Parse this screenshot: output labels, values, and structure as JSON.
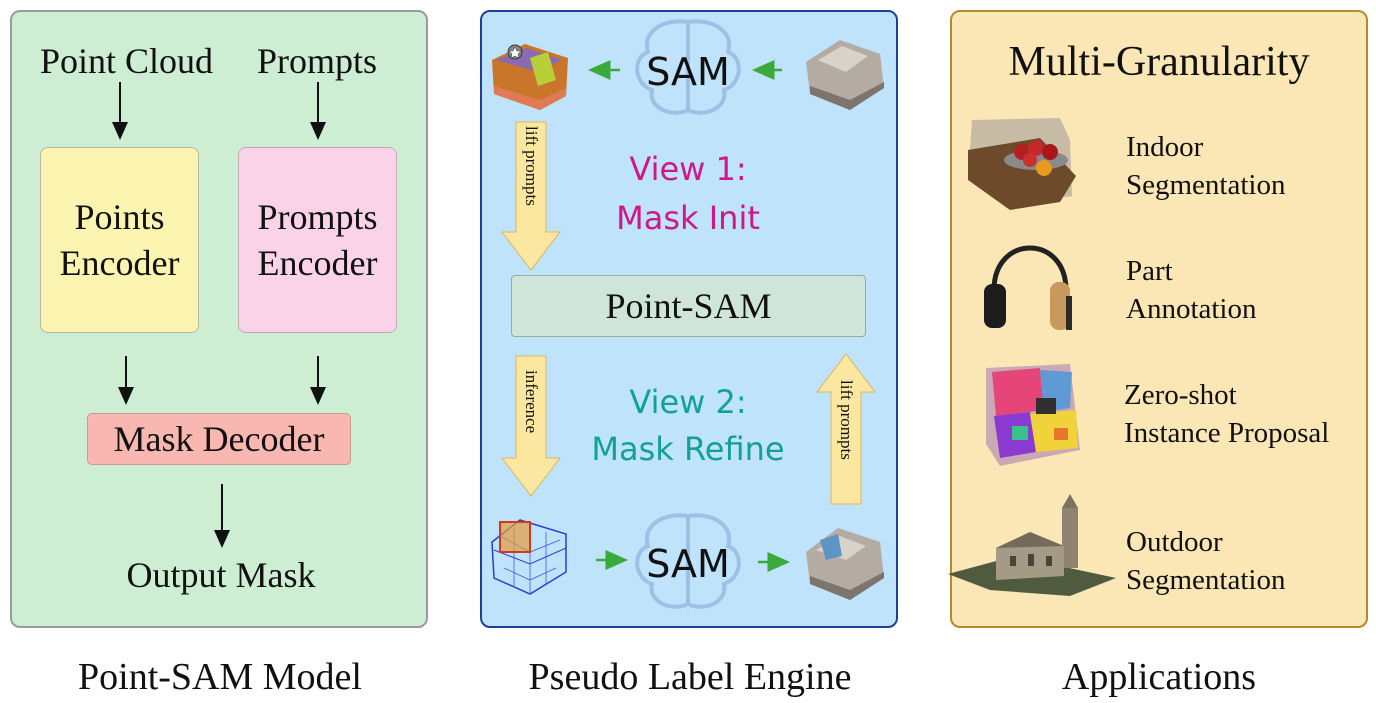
{
  "left_panel": {
    "input_point_cloud": "Point Cloud",
    "input_prompts": "Prompts",
    "points_encoder": "Points\nEncoder",
    "prompts_encoder": "Prompts\nEncoder",
    "mask_decoder": "Mask Decoder",
    "output_mask": "Output Mask",
    "caption": "Point-SAM Model"
  },
  "middle_panel": {
    "sam_top": "SAM",
    "sam_bottom": "SAM",
    "view1_line1": "View 1:",
    "view1_line2": "Mask Init",
    "view2_line1": "View 2:",
    "view2_line2": "Mask Refine",
    "point_sam": "Point-SAM",
    "arrow_lift_prompts_left": "lift prompts",
    "arrow_inference": "inference",
    "arrow_lift_prompts_right": "lift prompts",
    "caption": "Pseudo Label Engine"
  },
  "right_panel": {
    "title": "Multi-Granularity",
    "apps": [
      {
        "line1": "Indoor",
        "line2": "Segmentation"
      },
      {
        "line1": "Part",
        "line2": "Annotation"
      },
      {
        "line1": "Zero-shot",
        "line2": "Instance Proposal"
      },
      {
        "line1": "Outdoor",
        "line2": "Segmentation"
      }
    ],
    "caption": "Applications"
  },
  "colors": {
    "left_bg": "#cdeed3",
    "middle_bg": "#bfe3fb",
    "middle_border": "#1f3f9a",
    "right_bg": "#fbe6b6",
    "right_border": "#b58a2a",
    "points_encoder": "#fbf3b0",
    "prompts_encoder": "#fbd3e8",
    "mask_decoder": "#f8b7b0",
    "point_sam": "#cfe5da",
    "view1": "#d0178a",
    "view2": "#12a19a",
    "green_arrow": "#3aaa3a",
    "fat_arrow": "#fbe7a0"
  }
}
